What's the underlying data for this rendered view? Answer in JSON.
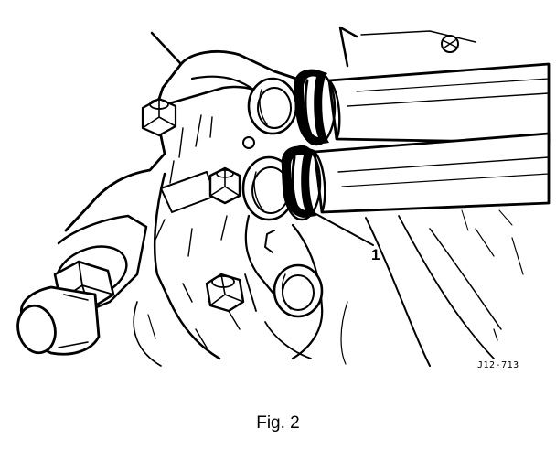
{
  "figure": {
    "callouts": [
      {
        "number": "1"
      }
    ],
    "reference_code": "J12-713",
    "caption": "Fig. 2"
  }
}
